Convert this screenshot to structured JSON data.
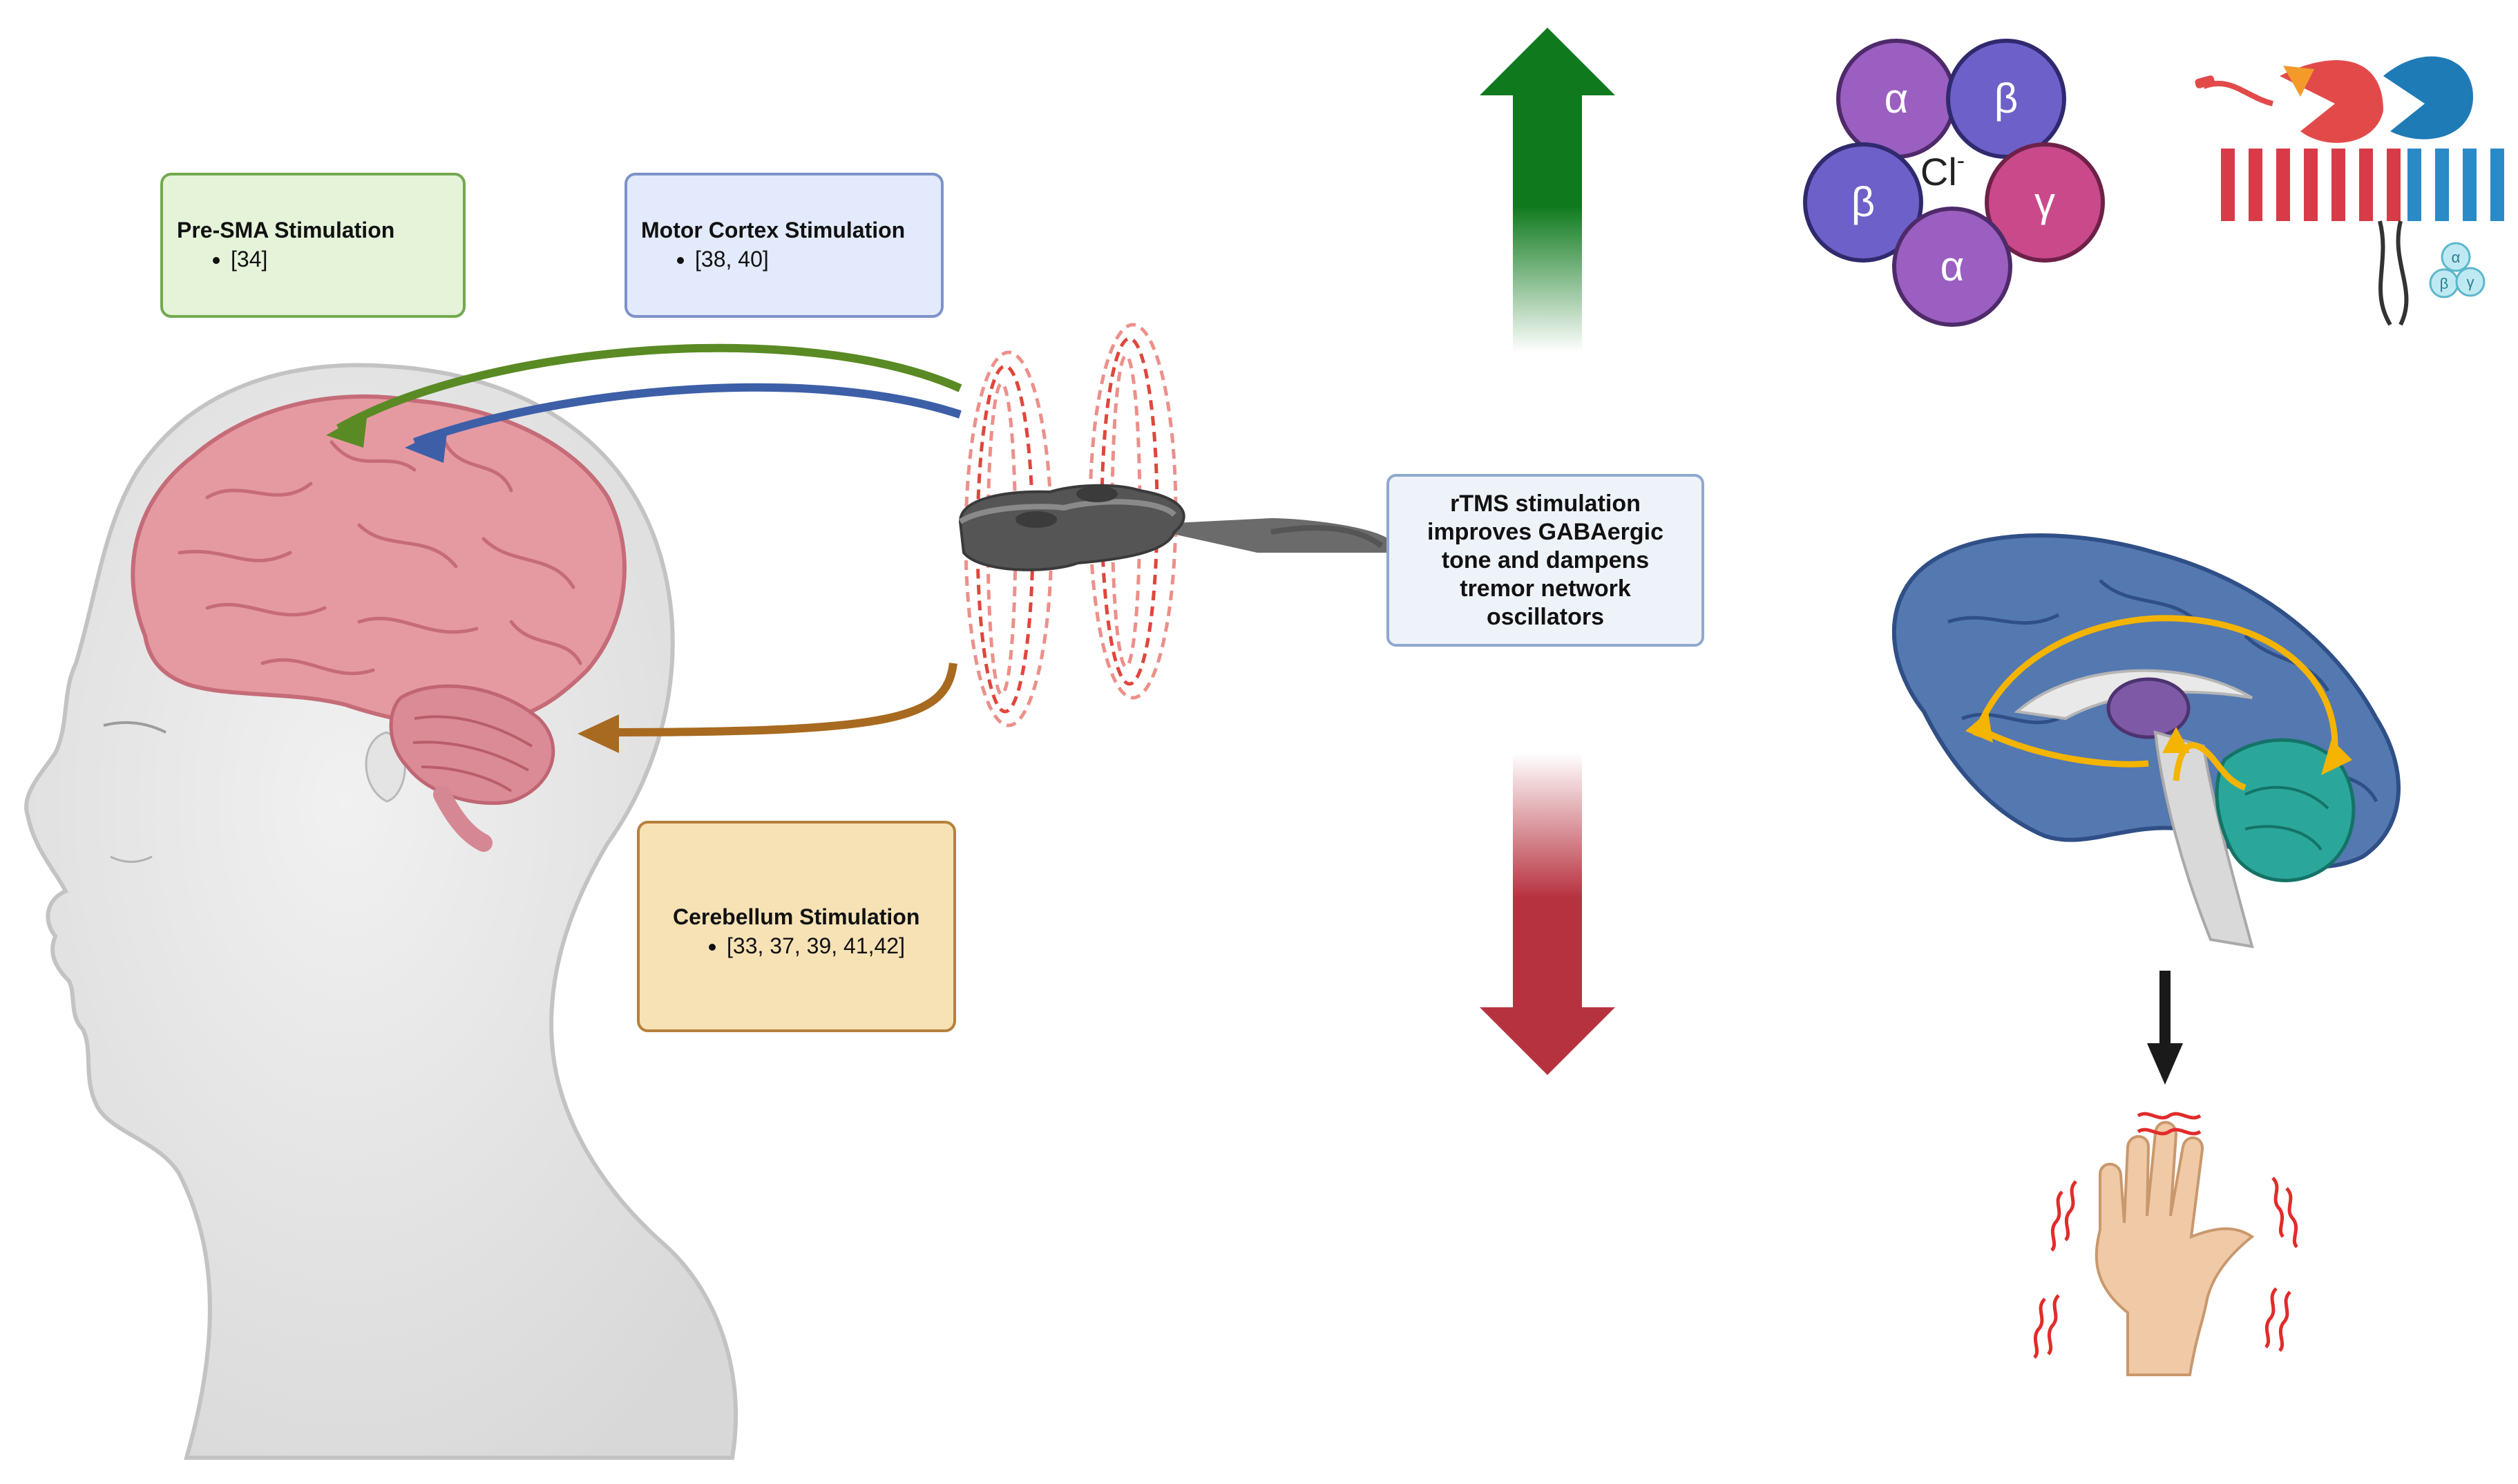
{
  "boxes": {
    "presma": {
      "title": "Pre-SMA Stimulation",
      "items": [
        "[34]"
      ]
    },
    "motor": {
      "title": "Motor Cortex Stimulation",
      "items": [
        "[38, 40]"
      ]
    },
    "cerebellum": {
      "title": "Cerebellum Stimulation",
      "items": [
        "[33, 37, 39, 41,42]"
      ]
    }
  },
  "center_text": "rTMS stimulation improves GABAergic tone and dampens tremor network oscillators",
  "receptor": {
    "subunits": [
      "α",
      "β",
      "β",
      "γ",
      "α"
    ],
    "ion": "Cl",
    "ion_charge": "-",
    "g_protein_subunits": [
      "α",
      "β",
      "γ"
    ]
  },
  "colors": {
    "presma_arrow": "#5a8a24",
    "motor_arrow": "#3d5fa8",
    "cerebellum_arrow": "#a86a20",
    "up_arrow": "#137a1e",
    "down_arrow": "#b7323f",
    "brain_pink": "#e59aa2",
    "brain_blue": "#5478b0",
    "cerebellum_teal": "#2aa79a",
    "pathway_yellow": "#f5b400",
    "field_red": "#e0463c"
  }
}
